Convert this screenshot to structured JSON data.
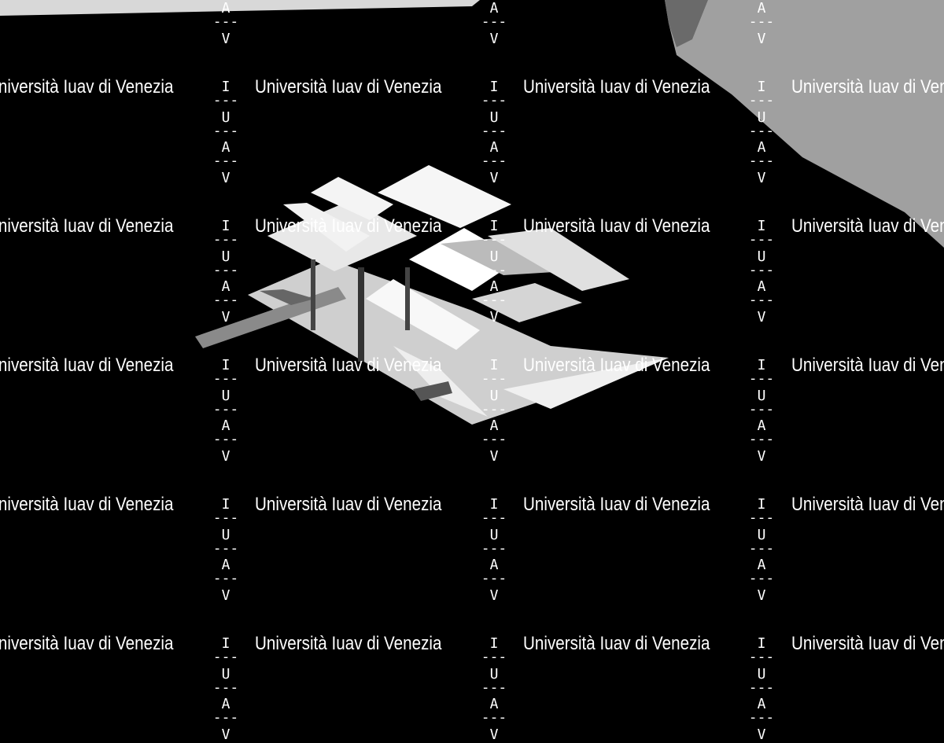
{
  "watermark": {
    "text": "Università Iuav di Venezia",
    "logo_letters": [
      "I",
      "U",
      "A",
      "V"
    ],
    "logo_separator": "---"
  },
  "photo": {
    "subject": "architectural-model",
    "colors": {
      "background": "#000000",
      "wall": "#9a9a9a",
      "model_light": "#eeeeee",
      "model_mid": "#b5b5b5",
      "model_dark": "#555555"
    }
  }
}
